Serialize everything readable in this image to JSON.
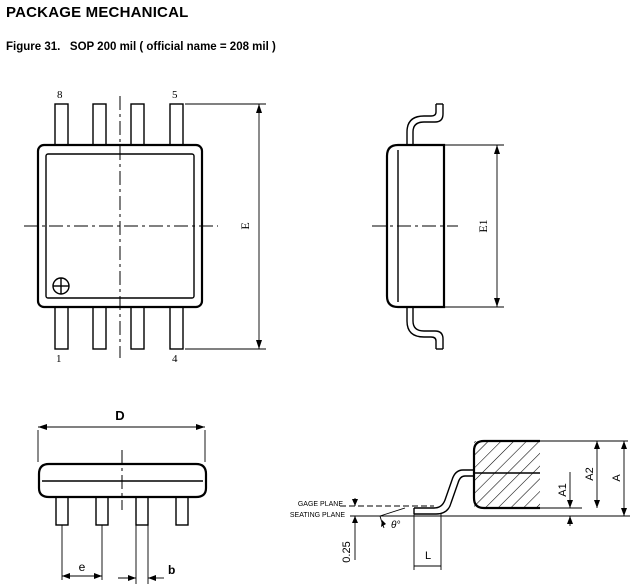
{
  "header": {
    "title": "PACKAGE MECHANICAL",
    "figure_caption": "Figure 31.   SOP 200 mil ( official name = 208 mil )"
  },
  "top_view": {
    "pin_8": "8",
    "pin_5": "5",
    "pin_1": "1",
    "pin_4": "4",
    "dim_E": "E"
  },
  "side_view": {
    "dim_E1": "E1"
  },
  "front_view": {
    "dim_D": "D",
    "dim_e": "e",
    "dim_b": "b"
  },
  "detail_view": {
    "gage_plane": "GAGE PLANE",
    "seating_plane": "SEATING PLANE",
    "dim_025": "0.25",
    "angle": "θ°",
    "dim_L": "L",
    "dim_A1": "A1",
    "dim_A2": "A2",
    "dim_A": "A"
  }
}
